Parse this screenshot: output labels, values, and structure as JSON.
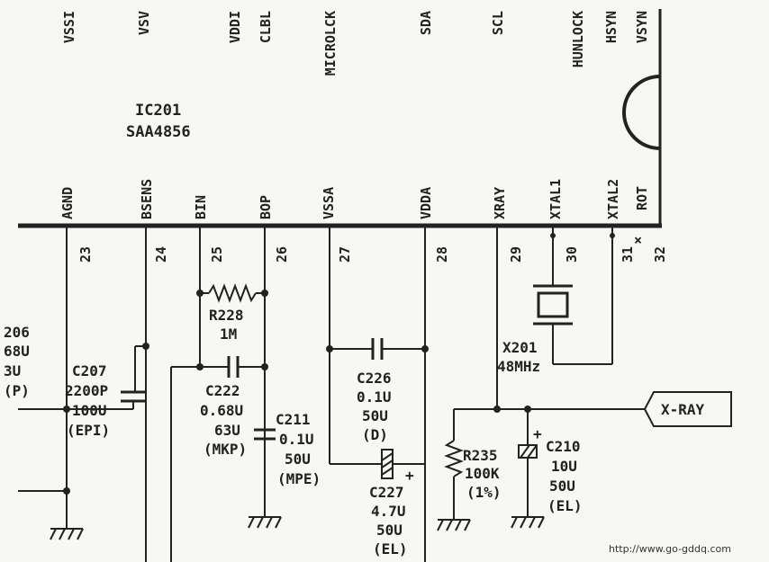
{
  "ic": {
    "ref": "IC201",
    "part": "SAA4856"
  },
  "top_pins": [
    "VSSI",
    "VSV",
    "VDDI",
    "CLBL",
    "MICROLCK",
    "SDA",
    "SCL",
    "HUNLOCK",
    "HSYN",
    "VSYN"
  ],
  "bottom_pins": [
    {
      "name": "AGND",
      "num": "23"
    },
    {
      "name": "BSENS",
      "num": "24"
    },
    {
      "name": "BIN",
      "num": "25"
    },
    {
      "name": "BOP",
      "num": "26"
    },
    {
      "name": "VSSA",
      "num": "27"
    },
    {
      "name": "VDDA",
      "num": "28"
    },
    {
      "name": "XRAY",
      "num": "29"
    },
    {
      "name": "XTAL1",
      "num": "30"
    },
    {
      "name": "XTAL2",
      "num": "31"
    },
    {
      "name": "ROT",
      "num": "32"
    }
  ],
  "components": {
    "c206_partial": [
      "206",
      "68U",
      "3U",
      "(P)"
    ],
    "c207": [
      "C207",
      "2200P",
      "100U",
      "(EPI)"
    ],
    "r228": [
      "R228",
      "1M"
    ],
    "c222": [
      "C222",
      "0.68U",
      "63U",
      "(MKP)"
    ],
    "c211": [
      "C211",
      "0.1U",
      "50U",
      "(MPE)"
    ],
    "c226": [
      "C226",
      "0.1U",
      "50U",
      "(D)"
    ],
    "c227": [
      "C227",
      "4.7U",
      "50U",
      "(EL)"
    ],
    "x201": [
      "X201",
      "48MHz"
    ],
    "r235": [
      "R235",
      "100K",
      "(1%)"
    ],
    "c210": [
      "C210",
      "10U",
      "50U",
      "(EL)"
    ]
  },
  "polarity_mark": "+",
  "no_connect_mark": "×",
  "xray_connector": "X-RAY",
  "watermark": "http://www.go-gddq.com"
}
